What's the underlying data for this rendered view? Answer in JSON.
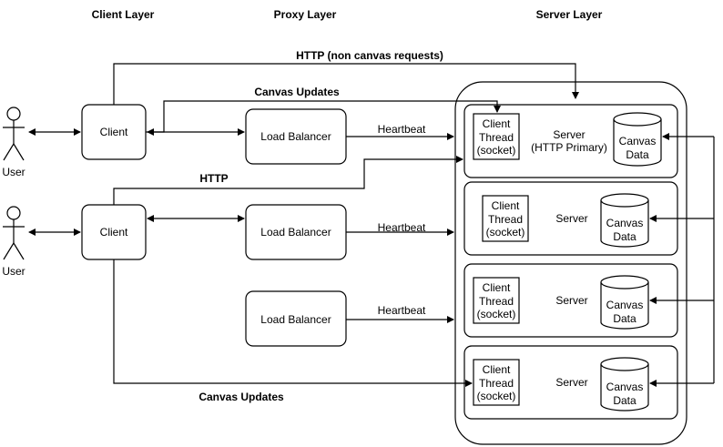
{
  "layers": {
    "client": "Client Layer",
    "proxy": "Proxy Layer",
    "server": "Server Layer"
  },
  "users": [
    "User",
    "User"
  ],
  "clients": [
    "Client",
    "Client"
  ],
  "load_balancers": [
    "Load Balancer",
    "Load Balancer",
    "Load Balancer"
  ],
  "heartbeat": "Heartbeat",
  "edges": {
    "http_non_canvas": "HTTP (non canvas requests)",
    "canvas_updates_top": "Canvas Updates",
    "http": "HTTP",
    "canvas_updates_bottom": "Canvas Updates"
  },
  "servers": [
    {
      "thread": [
        "Client",
        "Thread",
        "(socket)"
      ],
      "name": [
        "Server",
        "(HTTP Primary)"
      ],
      "db": [
        "Canvas",
        "Data"
      ]
    },
    {
      "thread": [
        "Client",
        "Thread",
        "(socket)"
      ],
      "name": [
        "Server"
      ],
      "db": [
        "Canvas",
        "Data"
      ]
    },
    {
      "thread": [
        "Client",
        "Thread",
        "(socket)"
      ],
      "name": [
        "Server"
      ],
      "db": [
        "Canvas",
        "Data"
      ]
    },
    {
      "thread": [
        "Client",
        "Thread",
        "(socket)"
      ],
      "name": [
        "Server"
      ],
      "db": [
        "Canvas",
        "Data"
      ]
    }
  ]
}
